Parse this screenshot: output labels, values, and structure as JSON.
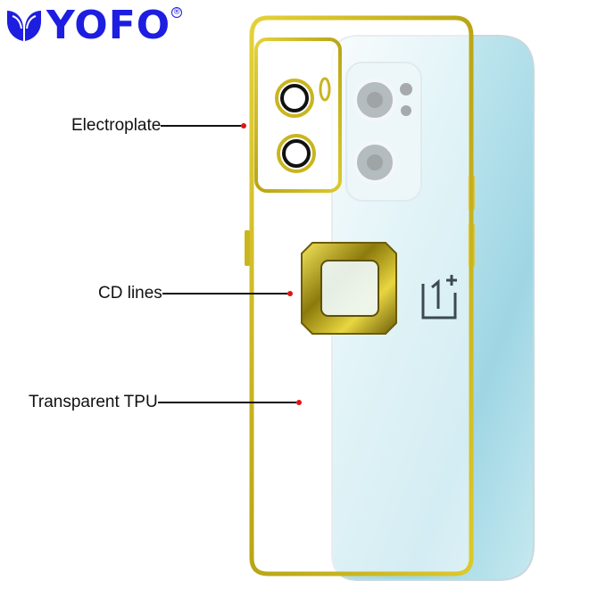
{
  "brand": {
    "name": "YOFO",
    "registered_mark": "®",
    "color": "#1d1ee0",
    "logo_icon": "yofo-leaf-logo-icon"
  },
  "phone_logo_icon": "oneplus-logo-icon",
  "callouts": [
    {
      "label": "Electroplate"
    },
    {
      "label": "CD lines"
    },
    {
      "label": "Transparent TPU"
    }
  ],
  "colors": {
    "gold": "#c9b51e",
    "pointer_dot": "#e01414",
    "phone_cyan": "#a8dce8"
  }
}
